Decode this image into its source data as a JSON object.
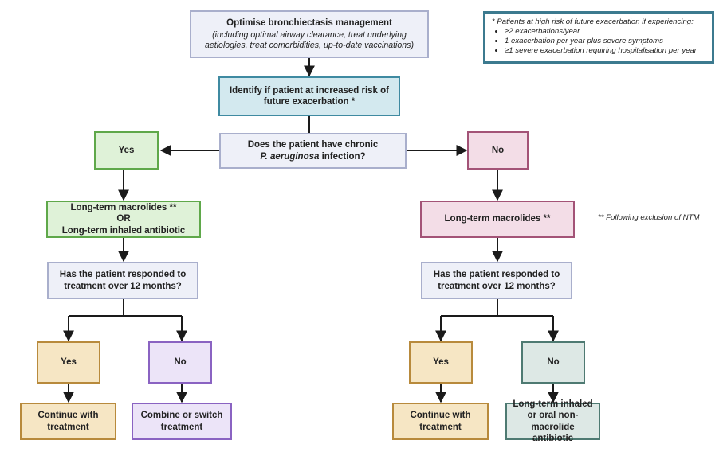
{
  "diagram": {
    "nodes": {
      "optimise": {
        "title": "Optimise bronchiectasis management",
        "detail": "(including optimal airway clearance, treat underlying aetiologies, treat comorbidities, up-to-date vaccinations)"
      },
      "identify": {
        "text": "Identify if patient at increased risk of future exacerbation *"
      },
      "question": {
        "line1": "Does the patient have chronic",
        "line2_italic": "P. aeruginosa",
        "line2_rest": " infection?"
      },
      "yes_top": {
        "text": "Yes"
      },
      "no_top": {
        "text": "No"
      },
      "left_treatment": {
        "line1": "Long-term macrolides **",
        "line2": "OR",
        "line3": "Long-term inhaled antibiotic"
      },
      "right_treatment": {
        "text": "Long-term macrolides **"
      },
      "left_response": {
        "text": "Has the patient responded to treatment over 12 months?"
      },
      "right_response": {
        "text": "Has the patient responded to treatment over 12 months?"
      },
      "left_yes": {
        "text": "Yes"
      },
      "left_no": {
        "text": "No"
      },
      "right_yes": {
        "text": "Yes"
      },
      "right_no": {
        "text": "No"
      },
      "left_continue": {
        "text": "Continue with treatment"
      },
      "left_combine": {
        "text": "Combine or switch treatment"
      },
      "right_continue": {
        "text": "Continue with treatment"
      },
      "right_inhaled": {
        "text": "Long-term inhaled or oral non-macrolide antibiotic"
      }
    },
    "risk_note": {
      "title": "* Patients at high risk of future exacerbation if experiencing:",
      "items": [
        "≥2 exacerbations/year",
        "1 exacerbation per year plus severe symptoms",
        "≥1 severe exacerbation requiring hospitalisation per year"
      ]
    },
    "ntm_note": "** Following exclusion of NTM",
    "colors": {
      "arrow": "#1a1a1a",
      "grey": "#a9afcc",
      "teal": "#3f8aa1",
      "green": "#5fa84a",
      "pink": "#a35377",
      "orange": "#b88a3c",
      "purple": "#8a63c2",
      "dark_teal": "#4e7a72",
      "note_border": "#3c7a8f"
    }
  }
}
